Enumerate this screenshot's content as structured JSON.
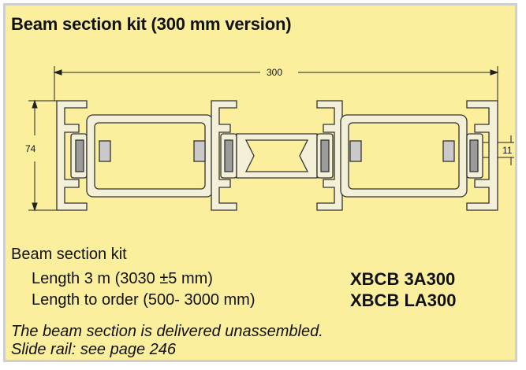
{
  "title": "Beam section kit (300 mm version)",
  "dimensions": {
    "width": "300",
    "height": "74",
    "slot": "11"
  },
  "kit": {
    "heading": "Beam section kit",
    "items": [
      {
        "label": "Length 3 m (3030 ±5 mm)",
        "code": "XBCB 3A300"
      },
      {
        "label": "Length to order (500- 3000 mm)",
        "code": "XBCB LA300"
      }
    ]
  },
  "notes": [
    "The beam section is delivered unassembled.",
    "Slide rail: see page 246"
  ]
}
